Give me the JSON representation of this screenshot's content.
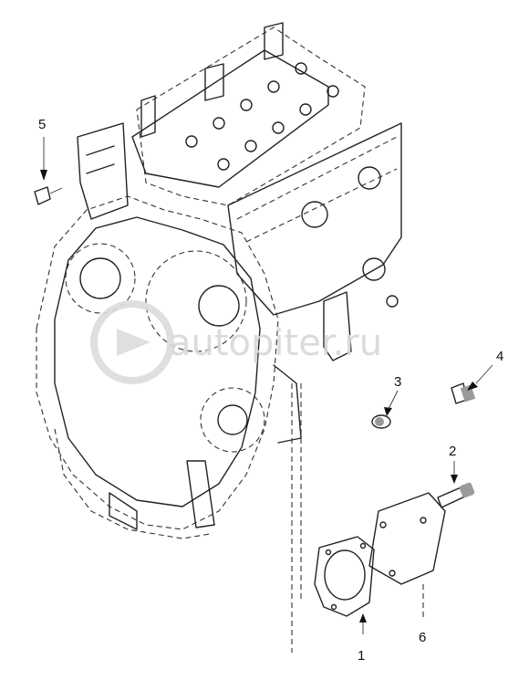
{
  "diagram": {
    "callouts": [
      {
        "id": "1",
        "label": "1"
      },
      {
        "id": "2",
        "label": "2"
      },
      {
        "id": "3",
        "label": "3"
      },
      {
        "id": "4",
        "label": "4"
      },
      {
        "id": "5",
        "label": "5"
      },
      {
        "id": "6",
        "label": "6"
      }
    ],
    "watermark": {
      "text": "autopiter.ru",
      "icon": "autopiter-logo-icon"
    }
  }
}
